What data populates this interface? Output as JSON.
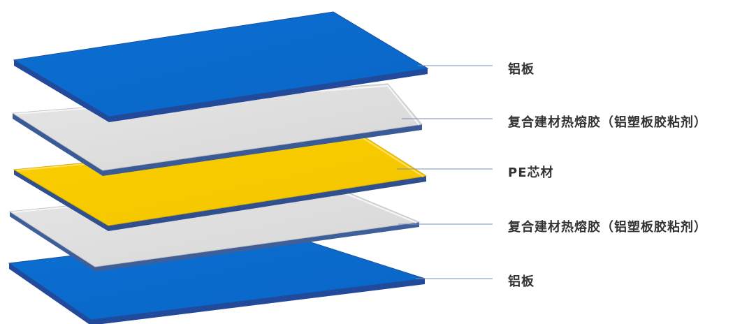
{
  "diagram": {
    "layers": [
      {
        "label": "铝板",
        "material": "aluminum",
        "color": "#0a6fd1"
      },
      {
        "label": "复合建材热熔胶（铝塑板胶粘剂）",
        "material": "adhesive",
        "color": "#dcdcdc"
      },
      {
        "label": "PE芯材",
        "material": "pe-core",
        "color": "#f6c800"
      },
      {
        "label": "复合建材热熔胶（铝塑板胶粘剂）",
        "material": "adhesive",
        "color": "#dcdcdc"
      },
      {
        "label": "铝板",
        "material": "aluminum",
        "color": "#0a6fd1"
      }
    ]
  }
}
